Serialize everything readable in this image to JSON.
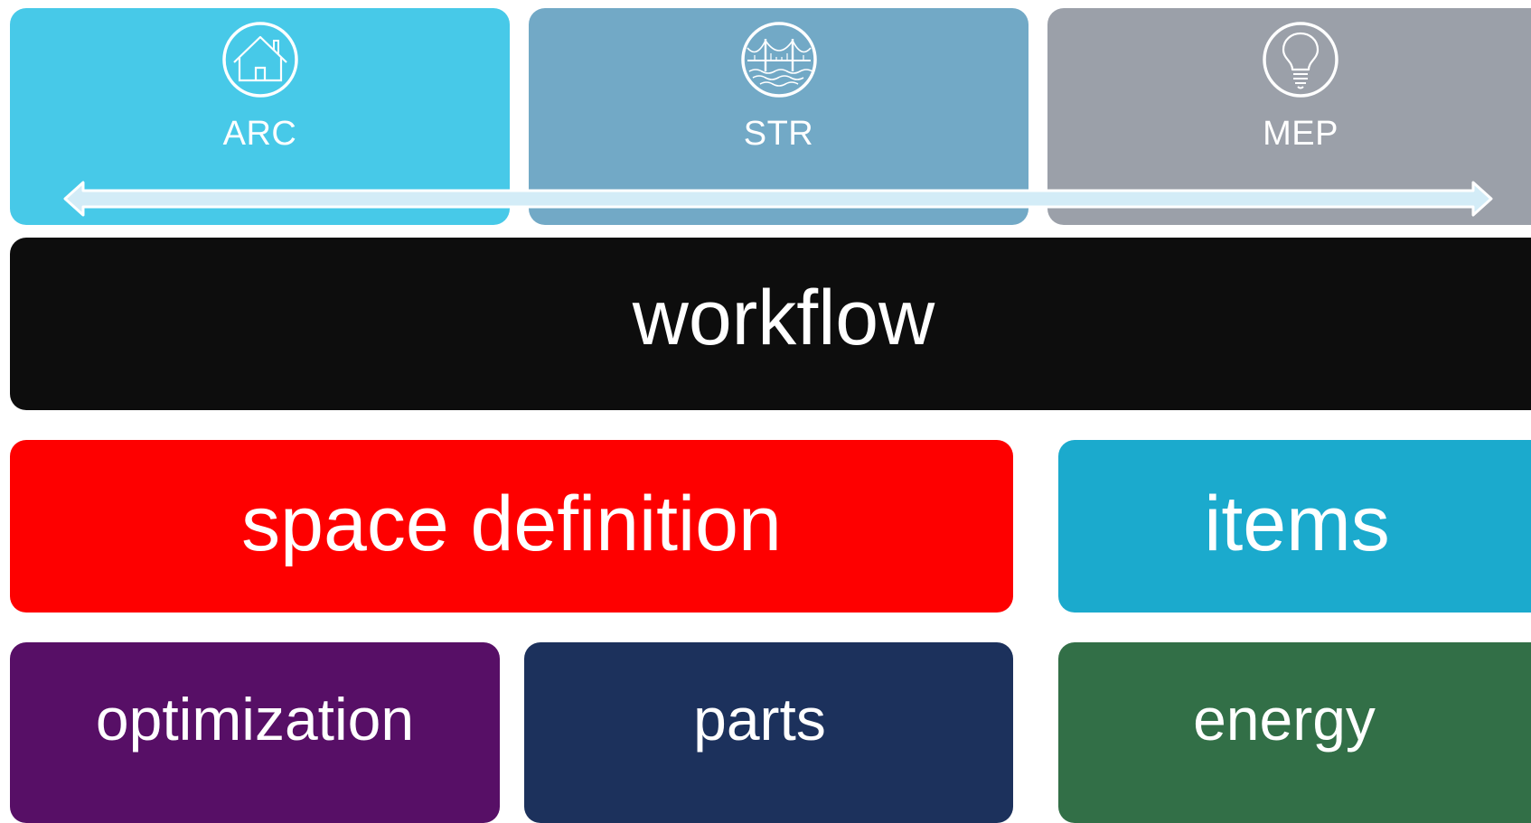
{
  "disciplines": [
    {
      "id": "arc",
      "label": "ARC",
      "icon": "house-icon",
      "color": "#47C9E8"
    },
    {
      "id": "str",
      "label": "STR",
      "icon": "bridge-icon",
      "color": "#72A9C6"
    },
    {
      "id": "mep",
      "label": "MEP",
      "icon": "lightbulb-icon",
      "color": "#9BA0A9"
    }
  ],
  "workflow": {
    "label": "workflow",
    "color": "#0D0D0D"
  },
  "row3": [
    {
      "label": "space definition",
      "color": "#FE0000"
    },
    {
      "label": "items",
      "color": "#1BAACD"
    }
  ],
  "row4": [
    {
      "label": "optimization",
      "color": "#570F66"
    },
    {
      "label": "parts",
      "color": "#1C315C"
    },
    {
      "label": "energy",
      "color": "#326F47"
    }
  ],
  "arrow": {
    "type": "double-headed-arrow",
    "color": "#D3ECF7"
  }
}
